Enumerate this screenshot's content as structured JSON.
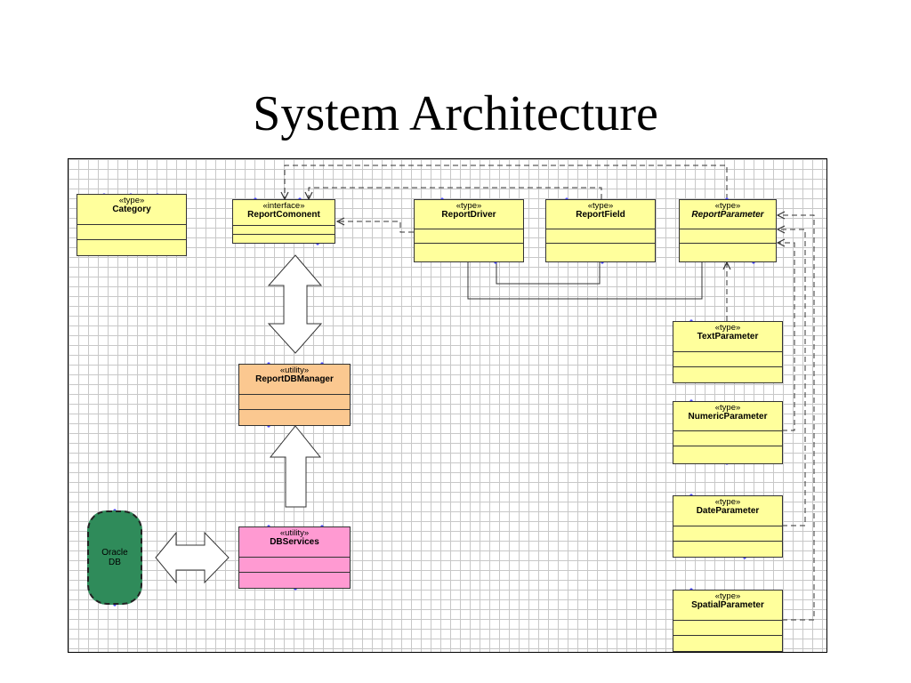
{
  "slide": {
    "title": "System Architecture"
  },
  "colors": {
    "type_fill": "#ffff9c",
    "utility_manager_fill": "#fbc890",
    "utility_services_fill": "#ff9ad2",
    "database_fill": "#2f8b5a",
    "grid": "#c8c8c8"
  },
  "classes": {
    "category": {
      "stereotype": "«type»",
      "name": "Category"
    },
    "report_comonent": {
      "stereotype": "«interface»",
      "name": "ReportComonent"
    },
    "report_driver": {
      "stereotype": "«type»",
      "name": "ReportDriver"
    },
    "report_field": {
      "stereotype": "«type»",
      "name": "ReportField"
    },
    "report_parameter": {
      "stereotype": "«type»",
      "name": "ReportParameter"
    },
    "text_parameter": {
      "stereotype": "«type»",
      "name": "TextParameter"
    },
    "numeric_parameter": {
      "stereotype": "«type»",
      "name": "NumericParameter"
    },
    "date_parameter": {
      "stereotype": "«type»",
      "name": "DateParameter"
    },
    "spatial_parameter": {
      "stereotype": "«type»",
      "name": "SpatialParameter"
    },
    "report_db_manager": {
      "stereotype": "«utility»",
      "name": "ReportDBManager"
    },
    "db_services": {
      "stereotype": "«utility»",
      "name": "DBServices"
    }
  },
  "database": {
    "label": "Oracle\nDB"
  }
}
